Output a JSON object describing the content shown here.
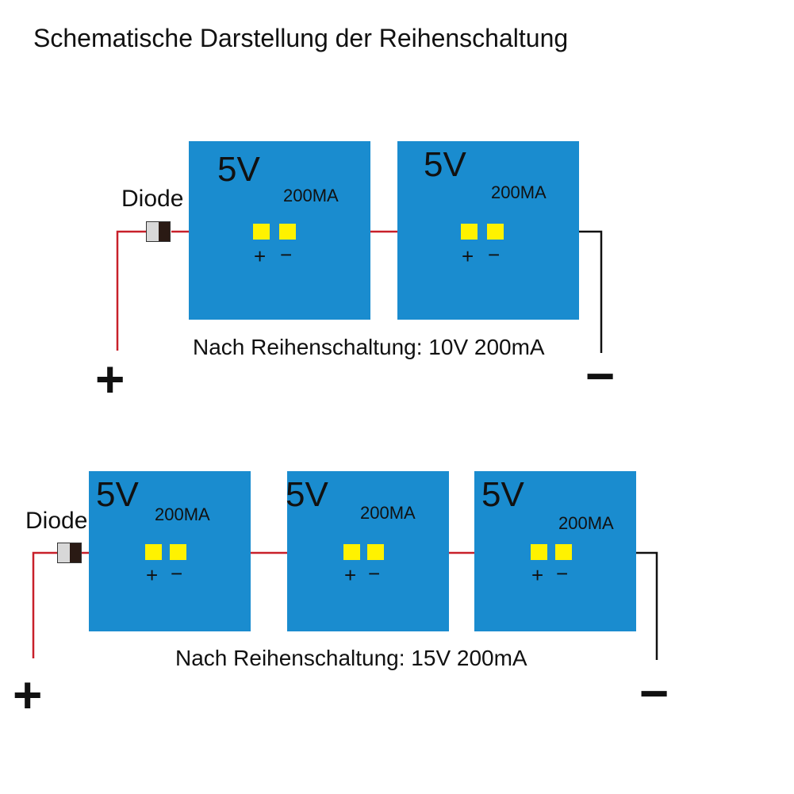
{
  "title": "Schematische Darstellung der Reihenschaltung",
  "diagram1": {
    "diode_label": "Diode",
    "panels": [
      {
        "voltage": "5V",
        "current": "200MA",
        "plus": "+",
        "minus": "−"
      },
      {
        "voltage": "5V",
        "current": "200MA",
        "plus": "+",
        "minus": "−"
      }
    ],
    "result": "Nach Reihenschaltung: 10V 200mA",
    "terminal_plus": "+",
    "terminal_minus": "−"
  },
  "diagram2": {
    "diode_label": "Diode",
    "panels": [
      {
        "voltage": "5V",
        "current": "200MA",
        "plus": "+",
        "minus": "−"
      },
      {
        "voltage": "5V",
        "current": "200MA",
        "plus": "+",
        "minus": "−"
      },
      {
        "voltage": "5V",
        "current": "200MA",
        "plus": "+",
        "minus": "−"
      }
    ],
    "result": "Nach Reihenschaltung: 15V 200mA",
    "terminal_plus": "+",
    "terminal_minus": "−"
  },
  "colors": {
    "panel": "#1a8ccf",
    "pad": "#fff200",
    "positive_wire": "#c8202a",
    "negative_wire": "#111111"
  }
}
